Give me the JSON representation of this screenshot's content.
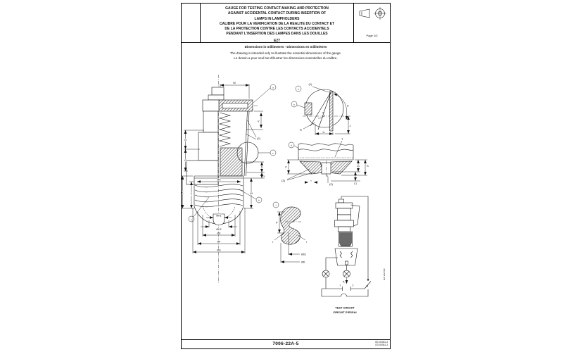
{
  "header": {
    "title_en1": "GAUGE FOR TESTING CONTACT-MAKING AND PROTECTION",
    "title_en2": "AGAINST ACCIDENTAL CONTACT DURING INSERTION OF",
    "title_en3": "LAMPS IN LAMPHOLDERS",
    "title_fr1": "CALIBRE POUR LA VERIFICATION DE LA REALITE DU CONTACT ET",
    "title_fr2": "DE LA PROTECTION CONTRE LES CONTACTS ACCIDENTELS",
    "title_fr3": "PENDANT L'INSERTION DES LAMPES DANS LES DOUILLES",
    "cap_code": "E27",
    "page": "Page 1/3",
    "projection_icon": "first-angle-projection-symbol"
  },
  "notes": {
    "dimensions": "Dimensions in millimetres - Dimensions en millimètres",
    "note_en": "The drawing is intended only to illustrate the essential dimensions of the gauge.",
    "note_fr": "Le dessin a pour seul but d'illustrer les dimensions essentielles du calibre."
  },
  "footer": {
    "sheet_number": "7006-22A-5",
    "standard_en": "IEC 60061-3",
    "standard_fr": "CEI 60061-3"
  },
  "labels": {
    "main": {
      "w": "W",
      "a": "a",
      "part2": "(2)",
      "v": "V",
      "e": "e",
      "s": "S",
      "l": "L",
      "m": "M",
      "b": "b",
      "c": "c",
      "k": "K",
      "t": "T",
      "q": "Q",
      "o": "O",
      "oa": "ØA",
      "oh1": "ØH1",
      "oh2": "ØH2",
      "oe": "ØE",
      "of": "ØF",
      "og": "ØG"
    },
    "detail": {
      "part1": "(1)",
      "a": "a",
      "b": "b",
      "r": "R",
      "u": "U",
      "p": "P",
      "j": "J",
      "alpha": "α"
    },
    "holder": {
      "t": "T",
      "d": "d",
      "z": "Z",
      "part3": "(3)",
      "s_small": "s",
      "part2": "(2)",
      "c1": "C1",
      "c2": "C2",
      "s": "S"
    },
    "thread": {
      "f": "f",
      "p": "P",
      "r_left": "r",
      "r_right": "r",
      "od1": "ØD1",
      "od": "ØD"
    },
    "circuit": {
      "a": "A",
      "b": "B",
      "one": "1",
      "two": "2",
      "caption_en": "TEST CIRCUIT",
      "caption_fr": "CIRCUIT D'ESSAI",
      "figure_ref": "IEC 2227/02"
    }
  }
}
